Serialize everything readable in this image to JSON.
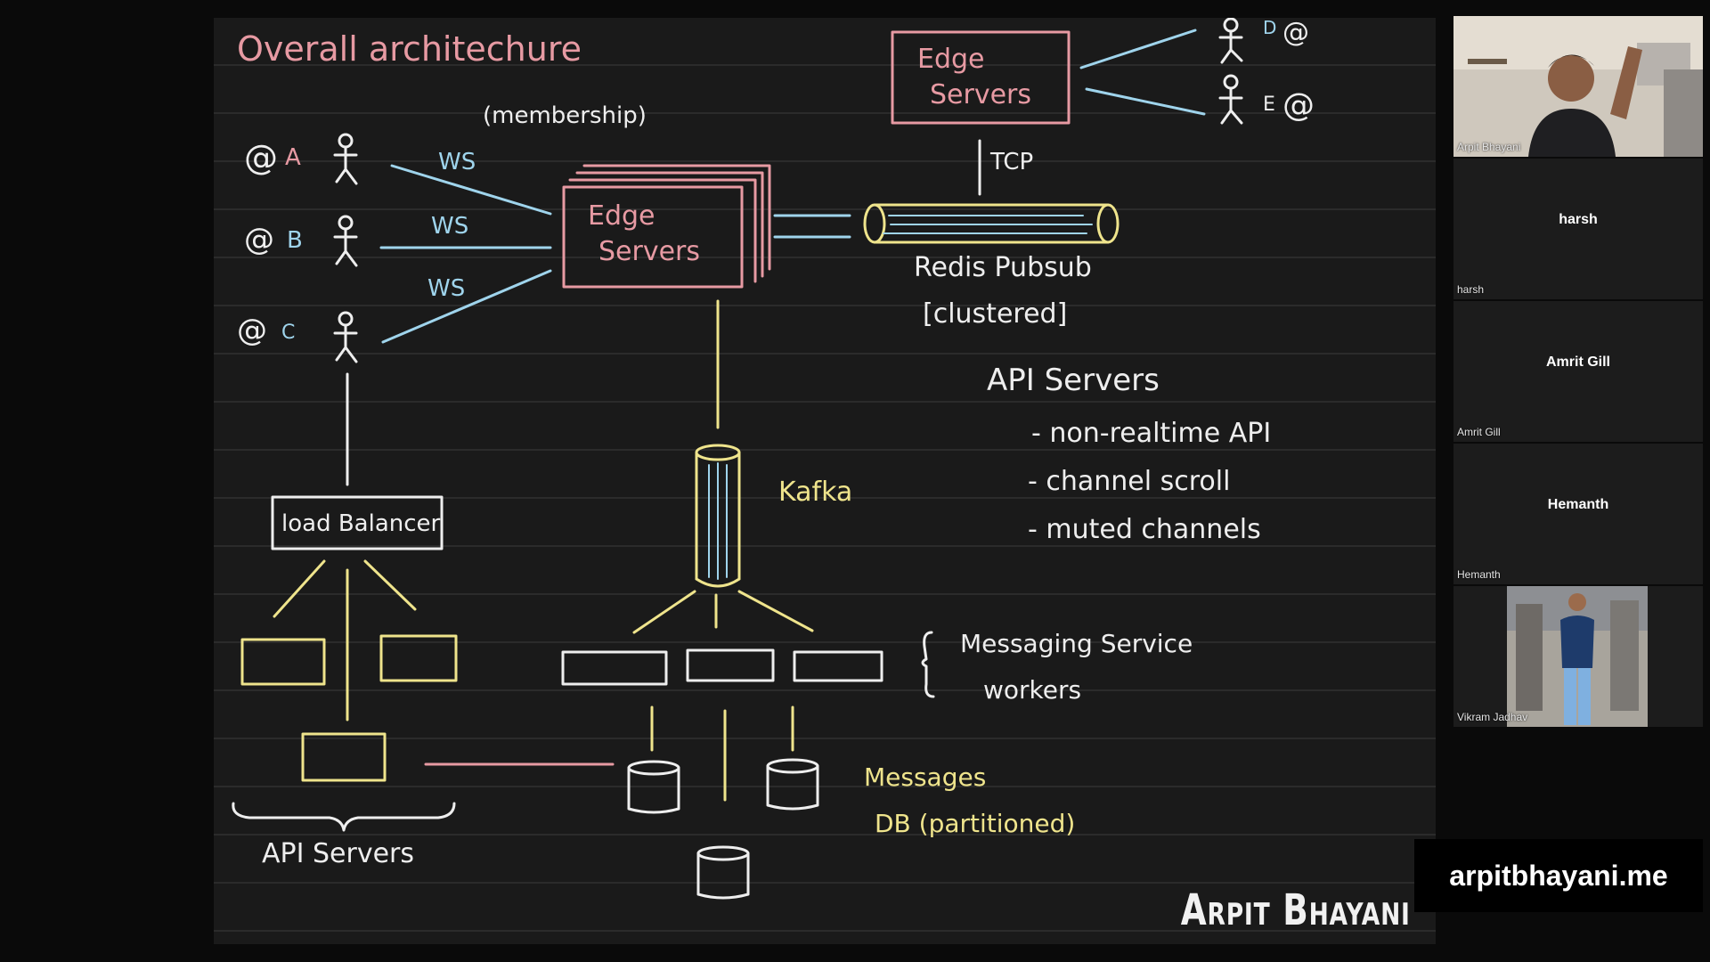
{
  "whiteboard": {
    "title": "Overall architechure",
    "membership_label": "(membership)",
    "users": [
      {
        "name": "A",
        "handle": "@"
      },
      {
        "name": "B",
        "handle": "@"
      },
      {
        "name": "C",
        "handle": "@"
      },
      {
        "name": "D",
        "handle": "@"
      },
      {
        "name": "E",
        "handle": "@"
      }
    ],
    "ws_label": "WS",
    "edge_servers": [
      "Edge",
      "Servers"
    ],
    "top_edge_servers": [
      "Edge",
      "Servers"
    ],
    "tcp_label": "TCP",
    "redis": [
      "Redis Pubsub",
      "[clustered]"
    ],
    "api_heading": "API Servers",
    "api_points": [
      "- non-realtime API",
      "- channel scroll",
      "- muted channels"
    ],
    "kafka_label": "Kafka",
    "load_balancer": "load Balancer",
    "messaging_workers": [
      "Messaging Service",
      "workers"
    ],
    "messages_db": [
      "Messages",
      "DB (partitioned)"
    ],
    "api_servers_label": "API Servers",
    "brand": "Arpit Bhayani",
    "colors": {
      "pink": "#e79aa3",
      "blue": "#9fd4ec",
      "yellow": "#efe48c",
      "white": "#eeeeee"
    }
  },
  "participants": [
    {
      "name": "Arpit Bhayani",
      "video": true
    },
    {
      "name": "harsh",
      "video": false
    },
    {
      "name": "Amrit Gill",
      "video": false
    },
    {
      "name": "Hemanth",
      "video": false
    },
    {
      "name": "Vikram Jadhav",
      "video": true
    }
  ],
  "website": "arpitbhayani.me"
}
